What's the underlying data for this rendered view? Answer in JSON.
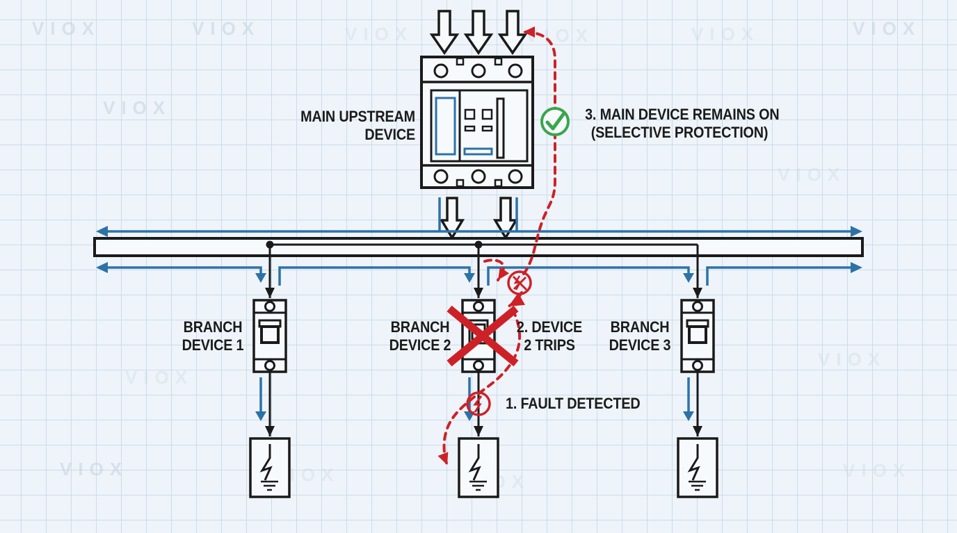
{
  "brand": {
    "watermark": "VIOX"
  },
  "labels": {
    "main_device": {
      "line1": "MAIN UPSTREAM",
      "line2": "DEVICE"
    },
    "step3": {
      "line1": "3. MAIN DEVICE REMAINS ON",
      "line2": "(SELECTIVE PROTECTION)"
    },
    "branch1": {
      "line1": "BRANCH",
      "line2": "DEVICE 1"
    },
    "branch2": {
      "line1": "BRANCH",
      "line2": "DEVICE 2"
    },
    "step2": {
      "line1": "2. DEVICE",
      "line2": "2 TRIPS"
    },
    "branch3": {
      "line1": "BRANCH",
      "line2": "DEVICE 3"
    },
    "step1": {
      "text": "1. FAULT DETECTED"
    }
  },
  "colors": {
    "background": "#eef4f9",
    "grid": "#ccdcea",
    "ink": "#1a1a1a",
    "flow_blue": "#2d72a7",
    "alert_red": "#cd2127",
    "ok_green": "#3aa54b",
    "watermark": "#c7d5e3"
  },
  "icons": {
    "ok": "check-icon",
    "fault": "fault-lightning-icon",
    "blocked_fault": "blocked-fault-icon",
    "tripped": "tripped-x-icon",
    "supply": "supply-arrow-icon",
    "ground_fault": "ground-fault-icon"
  }
}
